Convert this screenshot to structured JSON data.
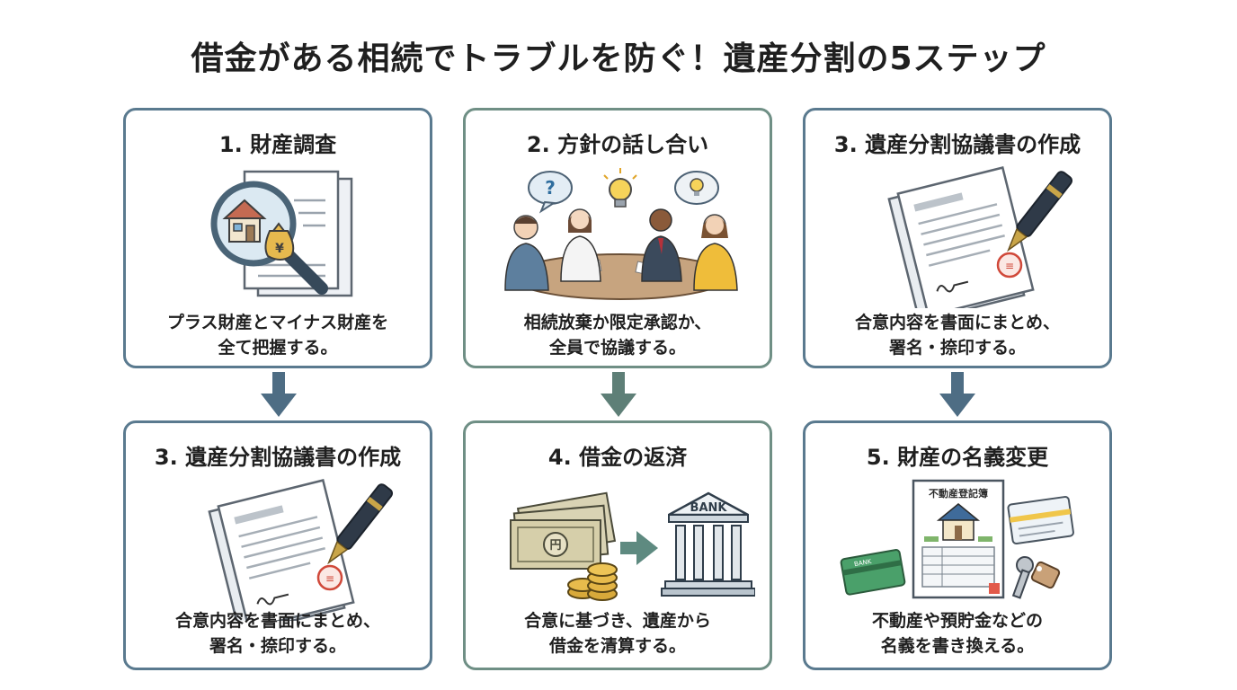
{
  "title": "借金がある相続でトラブルを防ぐ！遺産分割の5ステップ",
  "colors": {
    "card_border_blue": "#5a7a8f",
    "card_border_green": "#6f8f85",
    "arrow": "#4e6d84"
  },
  "cards": [
    {
      "title": "1. 財産調査",
      "desc": [
        "プラス財産とマイナス財産を",
        "全て把握する。"
      ],
      "icons": [
        "document-icon",
        "magnifier-icon",
        "house-icon",
        "money-bag-icon"
      ]
    },
    {
      "title": "2. 方針の話し合い",
      "desc": [
        "相続放棄か限定承認か、",
        "全員で協議する。"
      ],
      "icons": [
        "question-bubble-icon",
        "lightbulb-icon",
        "table-icon",
        "people-icon"
      ]
    },
    {
      "title": "3. 遺産分割協議書の作成",
      "desc": [
        "合意内容を書面にまとめ、",
        "署名・捺印する。"
      ],
      "icons": [
        "document-icon",
        "fountain-pen-icon",
        "seal-icon"
      ]
    },
    {
      "title": "3. 遺産分割協議書の作成",
      "desc": [
        "合意内容を書面にまとめ、",
        "署名・捺印する。"
      ],
      "icons": [
        "document-icon",
        "fountain-pen-icon",
        "seal-icon"
      ]
    },
    {
      "title": "4. 借金の返済",
      "desc": [
        "合意に基づき、遺産から",
        "借金を清算する。"
      ],
      "icons": [
        "banknote-icon",
        "coin-icon",
        "arrow-right-icon",
        "bank-icon"
      ],
      "bank_label": "BANK"
    },
    {
      "title": "5. 財産の名義変更",
      "desc": [
        "不動産や預貯金などの",
        "名義を書き換える。"
      ],
      "icons": [
        "registry-document-icon",
        "bank-card-icon",
        "id-card-icon",
        "key-icon"
      ],
      "registry_label": "不動産登記簿",
      "card_label": "BANK"
    }
  ]
}
